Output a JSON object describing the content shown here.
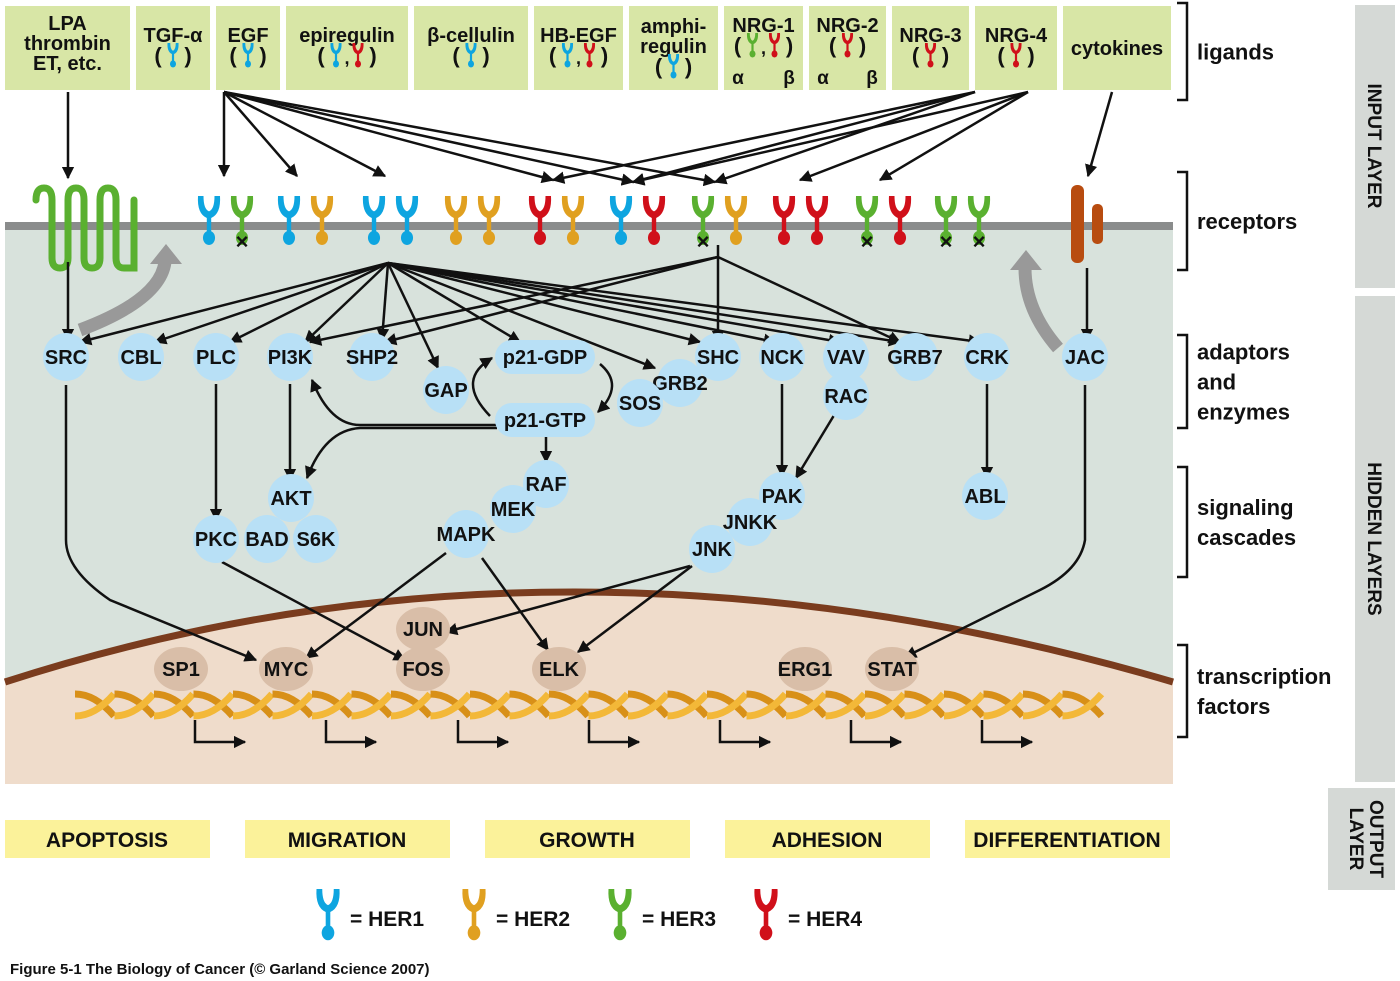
{
  "ligands": [
    {
      "id": "lpa",
      "lines": [
        "LPA",
        "thrombin",
        "ET, etc."
      ],
      "receptors": []
    },
    {
      "id": "tgfa",
      "lines": [
        "TGF-α"
      ],
      "receptors": [
        "HER1"
      ]
    },
    {
      "id": "egf",
      "lines": [
        "EGF"
      ],
      "receptors": [
        "HER1"
      ]
    },
    {
      "id": "epiregulin",
      "lines": [
        "epiregulin"
      ],
      "receptors": [
        "HER1",
        "HER4"
      ]
    },
    {
      "id": "betacellulin",
      "lines": [
        "β-cellulin"
      ],
      "receptors": [
        "HER1"
      ]
    },
    {
      "id": "hbegf",
      "lines": [
        "HB-EGF"
      ],
      "receptors": [
        "HER1",
        "HER4"
      ]
    },
    {
      "id": "amphiregulin",
      "lines": [
        "amphi-",
        "regulin"
      ],
      "receptors": [
        "HER1"
      ]
    },
    {
      "id": "nrg1",
      "lines": [
        "NRG-1"
      ],
      "receptors": [
        "HER3",
        "HER4"
      ],
      "isoforms": [
        "α",
        "β"
      ]
    },
    {
      "id": "nrg2",
      "lines": [
        "NRG-2"
      ],
      "receptors": [
        "HER4"
      ],
      "isoforms": [
        "α",
        "β"
      ]
    },
    {
      "id": "nrg3",
      "lines": [
        "NRG-3"
      ],
      "receptors": [
        "HER4"
      ]
    },
    {
      "id": "nrg4",
      "lines": [
        "NRG-4"
      ],
      "receptors": [
        "HER4"
      ]
    },
    {
      "id": "cytokines",
      "lines": [
        "cytokines"
      ],
      "receptors": []
    }
  ],
  "receptor_dimers": [
    [
      "HER1",
      "HER3"
    ],
    [
      "HER1",
      "HER2"
    ],
    [
      "HER1",
      "HER1"
    ],
    [
      "HER2",
      "HER2"
    ],
    [
      "HER4",
      "HER2"
    ],
    [
      "HER1",
      "HER4"
    ],
    [
      "HER3",
      "HER2"
    ],
    [
      "HER4",
      "HER4"
    ],
    [
      "HER3",
      "HER4"
    ],
    [
      "HER3",
      "HER3"
    ]
  ],
  "inactive_kinase_mark": "×",
  "adaptors": [
    "SRC",
    "CBL",
    "PLC",
    "PI3K",
    "SHP2",
    "GAP",
    "p21-GDP",
    "GRB2",
    "SOS",
    "p21-GTP",
    "SHC",
    "NCK",
    "VAV",
    "RAC",
    "GRB7",
    "CRK",
    "JAC"
  ],
  "cascades": [
    "AKT",
    "PKC",
    "BAD",
    "S6K",
    "RAF",
    "MEK",
    "MAPK",
    "PAK",
    "JNKK",
    "JNK",
    "ABL"
  ],
  "transcription_factors": [
    "SP1",
    "MYC",
    "JUN",
    "FOS",
    "ELK",
    "ERG1",
    "STAT"
  ],
  "outputs": [
    "APOPTOSIS",
    "MIGRATION",
    "GROWTH",
    "ADHESION",
    "DIFFERENTIATION"
  ],
  "brackets": [
    "ligands",
    "receptors",
    "adaptors and enzymes",
    "signaling cascades",
    "transcription factors"
  ],
  "bracket_lines": {
    "ligands": [
      "ligands"
    ],
    "receptors": [
      "receptors"
    ],
    "adaptors": [
      "adaptors",
      "and",
      "enzymes"
    ],
    "cascades": [
      "signaling",
      "cascades"
    ],
    "tfs": [
      "transcription",
      "factors"
    ]
  },
  "layers": {
    "input": "INPUT LAYER",
    "hidden": "HIDDEN LAYERS",
    "output": [
      "OUTPUT",
      "LAYER"
    ]
  },
  "legend": [
    {
      "receptor": "HER1",
      "label": "= HER1",
      "color": "#0ea5e0"
    },
    {
      "receptor": "HER2",
      "label": "= HER2",
      "color": "#e0a020"
    },
    {
      "receptor": "HER3",
      "label": "= HER3",
      "color": "#5ab030"
    },
    {
      "receptor": "HER4",
      "label": "= HER4",
      "color": "#d0101a"
    }
  ],
  "colors": {
    "HER1": "#0ea5e0",
    "HER2": "#e0a020",
    "HER3": "#5ab030",
    "HER4": "#d0101a",
    "ligand_box": "#d8e6a6",
    "cytoplasm": "#d8e2dc",
    "nucleus": "#efdccb",
    "nuclear_membrane": "#7a3c1e",
    "membrane": "#8a8c8c",
    "protein": "#b8e0f6",
    "tf": "#d9bea8",
    "output_box": "#fbf29a",
    "layer_bar": "#d5d9d6",
    "gpcr": "#5ab030",
    "cytokine_receptor": "#b84c10",
    "dna": "#f0b030"
  },
  "caption": "Figure 5-1  The Biology of Cancer (© Garland Science 2007)"
}
